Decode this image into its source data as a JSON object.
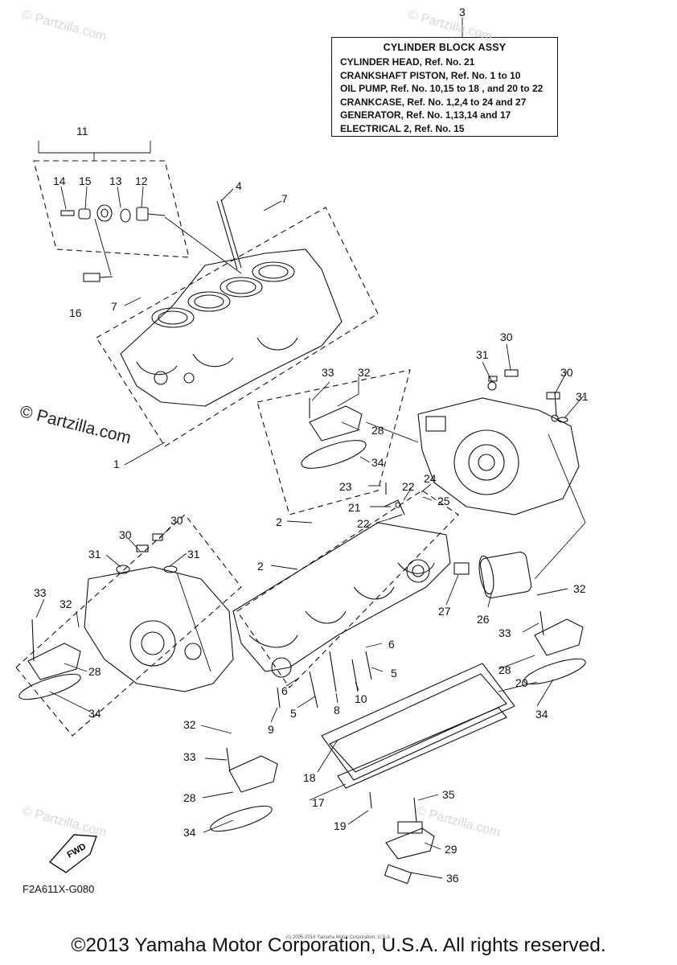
{
  "callout": {
    "ref_number": "3",
    "title": "CYLINDER BLOCK ASSY",
    "lines": [
      "CYLINDER HEAD,  Ref. No. 21",
      "CRANKSHAFT PISTON, Ref. No. 1 to 10",
      "OIL PUMP,  Ref. No. 10,15 to 18 , and 20 to 22",
      "CRANKCASE,  Ref. No. 1,2,4 to 24 and 27",
      "GENERATOR,  Ref. No. 1,13,14 and 17",
      "ELECTRICAL 2,  Ref. No. 15"
    ]
  },
  "fwd_label": "FWD",
  "diagram_code": "F2A611X-G080",
  "watermark": "© Partzilla.com",
  "watermark_big": "© Partzilla.com",
  "tiny_copyright": "(c) 2005-2016 Yamaha Motor Corporation, U.S.A.",
  "footer": "©2013 Yamaha Motor Corporation, U.S.A. All rights reserved.",
  "part_labels": [
    "11",
    "14",
    "15",
    "13",
    "12",
    "4",
    "7",
    "16",
    "7",
    "1",
    "33",
    "32",
    "28",
    "34",
    "30",
    "31",
    "30",
    "31",
    "23",
    "22",
    "24",
    "21",
    "25",
    "22",
    "2",
    "2",
    "30",
    "30",
    "31",
    "31",
    "27",
    "26",
    "32",
    "33",
    "33",
    "32",
    "28",
    "28",
    "6",
    "6",
    "5",
    "10",
    "8",
    "5",
    "9",
    "20",
    "34",
    "34",
    "32",
    "33",
    "18",
    "17",
    "28",
    "35",
    "19",
    "29",
    "34",
    "36"
  ]
}
